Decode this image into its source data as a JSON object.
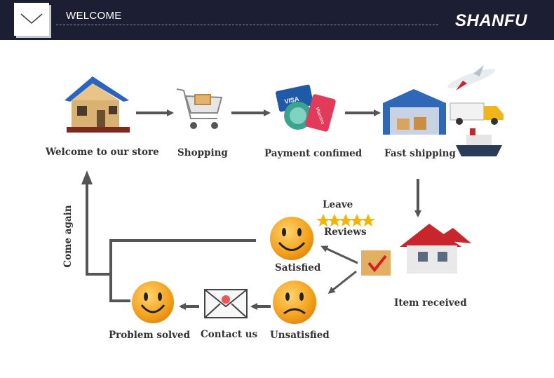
{
  "header": {
    "welcome": "WELCOME",
    "brand": "SHANFU"
  },
  "steps": {
    "welcome": "Welcome to our store",
    "shopping": "Shopping",
    "payment": "Payment confimed",
    "shipping": "Fast shipping",
    "received": "Item received",
    "leave": "Leave",
    "reviews": "Reviews",
    "satisfied": "Satisfied",
    "unsatisfied": "Unsatisfied",
    "contact": "Contact us",
    "solved": "Problem solved",
    "come_again": "Come again"
  },
  "card_logos": [
    "VISA",
    "Maestro"
  ],
  "colors": {
    "header_bg": "#1c1e33",
    "arrow": "#555555",
    "smiley": "#f4a11d",
    "star": "#f5b400",
    "roof_red": "#c9252c",
    "roof_blue": "#2a63c2"
  }
}
